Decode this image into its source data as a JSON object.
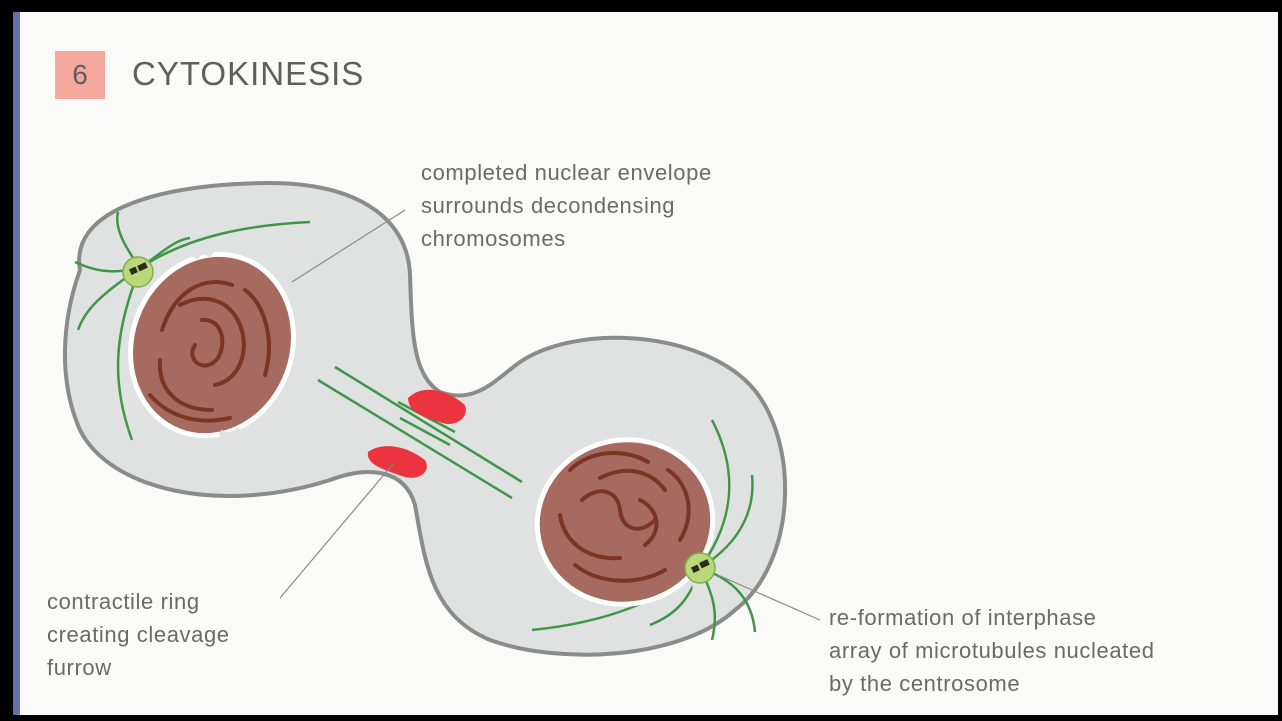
{
  "step": {
    "number": "6",
    "title": "CYTOKINESIS"
  },
  "labels": {
    "envelope": [
      "completed nuclear envelope",
      "surrounds decondensing",
      "chromosomes"
    ],
    "ring": [
      "contractile ring",
      "creating cleavage",
      "furrow"
    ],
    "interphase": [
      "re-formation of interphase",
      "array of microtubules nucleated",
      "by the centrosome"
    ]
  },
  "colors": {
    "badge": "#f4a79b",
    "cell_fill": "#dfe2e0",
    "cell_outline": "#8a8c8b",
    "nucleus": "#a66a60",
    "chromosome": "#7a3525",
    "microtubule": "#3f9648",
    "centrosome": "#b9d87a",
    "contractile_ring": "#ec3340",
    "accent_rule": "#6671a8"
  }
}
